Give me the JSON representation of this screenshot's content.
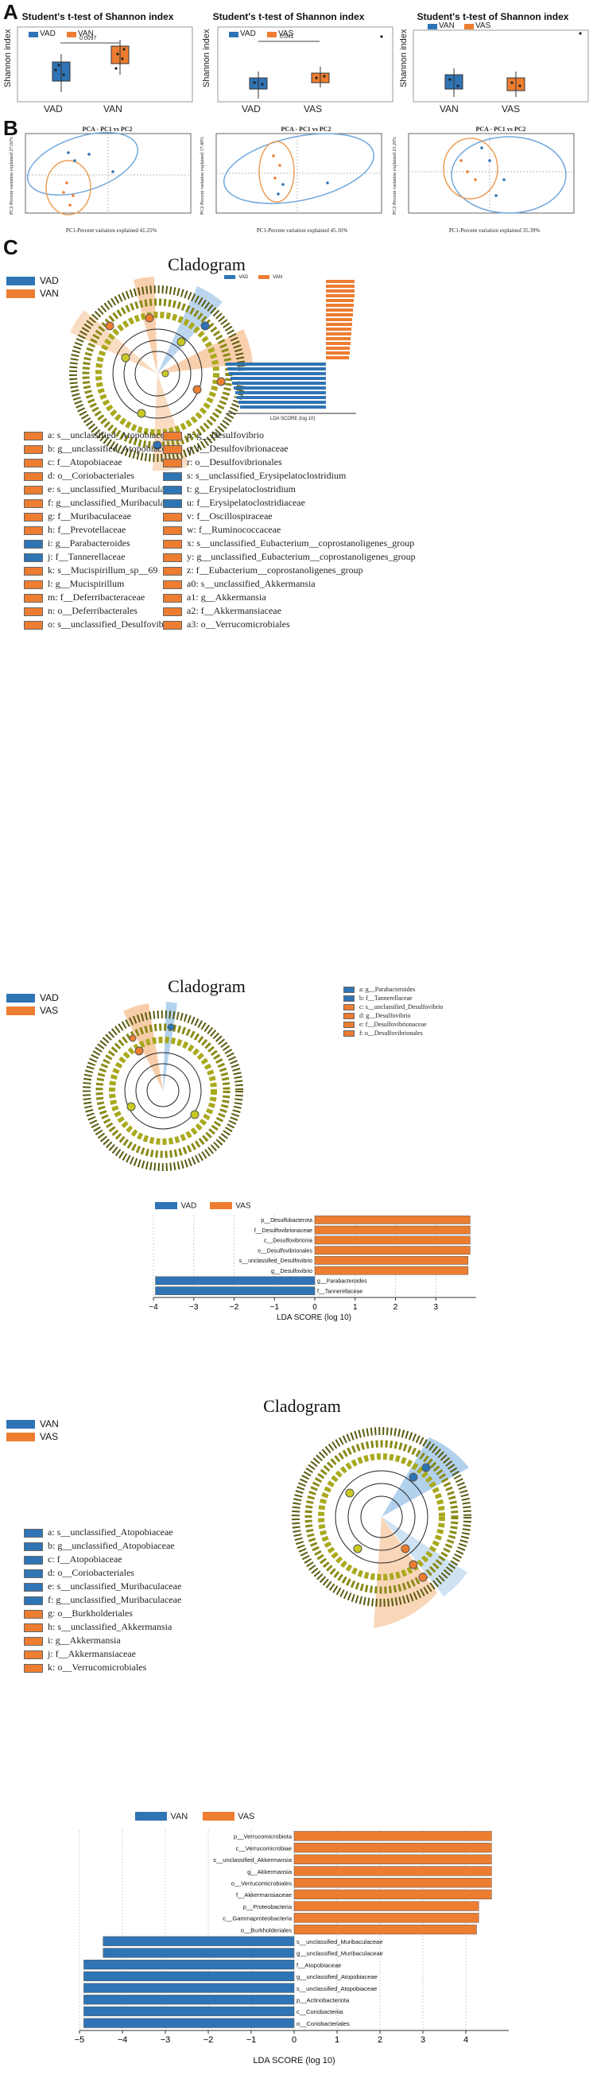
{
  "colors": {
    "VAD": "#2f74b5",
    "VAN": "#ed7d31",
    "VAS": "#ed7d31",
    "node": "#c9c922",
    "vad_shade": "#9fc5e8",
    "orange_shade": "#f6c49a"
  },
  "panels": {
    "A": "A",
    "B": "B",
    "C": "C"
  },
  "panelA": {
    "charts": [
      {
        "title": "Student's t-test of Shannon index",
        "ylabel": "Shannon index",
        "legend": [
          "VAD",
          "VAN"
        ],
        "pvalue": "0.0097",
        "categories": [
          "VAD",
          "VAN"
        ]
      },
      {
        "title": "Student's t-test of Shannon index",
        "ylabel": "Shannon index",
        "legend": [
          "VAD",
          "VAS"
        ],
        "pvalue": "0.041",
        "categories": [
          "VAD",
          "VAS"
        ]
      },
      {
        "title": "Student's t-test of Shannon index",
        "ylabel": "Shannon index",
        "legend": [
          "VAN",
          "VAS"
        ],
        "pvalue": "",
        "categories": [
          "VAN",
          "VAS"
        ]
      }
    ]
  },
  "panelB": {
    "charts": [
      {
        "title": "PCA - PC1 vs PC2",
        "xlabel": "PC1-Percent variation explained 41.25%",
        "ylabel": "PC2-Percent variation explained 27.02%"
      },
      {
        "title": "PCA - PC1 vs PC2",
        "xlabel": "PC1-Percent variation explained 45.16%",
        "ylabel": "PC2-Percent variation explained 17.48%"
      },
      {
        "title": "PCA - PC1 vs PC2",
        "xlabel": "PC1-Percent variation explained 35.39%",
        "ylabel": "PC2-Percent variation explained 23.20%"
      }
    ]
  },
  "clado1": {
    "title": "Cladogram",
    "legend": [
      {
        "label": "VAD",
        "color": "#2f74b5"
      },
      {
        "label": "VAN",
        "color": "#ed7d31"
      }
    ],
    "keys_left": [
      {
        "k": "a: s__unclassified_Atopobiaceae",
        "c": "o"
      },
      {
        "k": "b: g__unclassified_Atopobiaceae",
        "c": "o"
      },
      {
        "k": "c: f__Atopobiaceae",
        "c": "o"
      },
      {
        "k": "d: o__Coriobacteriales",
        "c": "o"
      },
      {
        "k": "e: s__unclassified_Muribaculaceae",
        "c": "o"
      },
      {
        "k": "f: g__unclassified_Muribaculaceae",
        "c": "o"
      },
      {
        "k": "g: f__Muribaculaceae",
        "c": "o"
      },
      {
        "k": "h: f__Prevotellaceae",
        "c": "o"
      },
      {
        "k": "i: g__Parabacteroides",
        "c": "b"
      },
      {
        "k": "j: f__Tannerellaceae",
        "c": "b"
      },
      {
        "k": "k: s__Mucispirillum_sp__69",
        "c": "o"
      },
      {
        "k": "l: g__Mucispirillum",
        "c": "o"
      },
      {
        "k": "m: f__Deferribacteraceae",
        "c": "o"
      },
      {
        "k": "n: o__Deferribacterales",
        "c": "o"
      },
      {
        "k": "o: s__unclassified_Desulfovibrio",
        "c": "o"
      }
    ],
    "keys_right": [
      {
        "k": "p: g__Desulfovibrio",
        "c": "o"
      },
      {
        "k": "q: f__Desulfovibrionaceae",
        "c": "o"
      },
      {
        "k": "r: o__Desulfovibrionales",
        "c": "o"
      },
      {
        "k": "s: s__unclassified_Erysipelatoclostridium",
        "c": "b"
      },
      {
        "k": "t: g__Erysipelatoclostridium",
        "c": "b"
      },
      {
        "k": "u: f__Erysipelatoclostridiaceae",
        "c": "b"
      },
      {
        "k": "v: f__Oscillospiraceae",
        "c": "o"
      },
      {
        "k": "w: f__Ruminococcaceae",
        "c": "o"
      },
      {
        "k": "x: s__unclassified_Eubacterium__coprostanoligenes_group",
        "c": "o"
      },
      {
        "k": "y: g__unclassified_Eubacterium__coprostanoligenes_group",
        "c": "o"
      },
      {
        "k": "z: f__Eubacterium__coprostanoligenes_group",
        "c": "o"
      },
      {
        "k": "a0: s__unclassified_Akkermansia",
        "c": "o"
      },
      {
        "k": "a1: g__Akkermansia",
        "c": "o"
      },
      {
        "k": "a2: f__Akkermansiaceae",
        "c": "o"
      },
      {
        "k": "a3: o__Verrucomicrobiales",
        "c": "o"
      }
    ]
  },
  "clado2": {
    "title": "Cladogram",
    "legend": [
      {
        "label": "VAD",
        "color": "#2f74b5"
      },
      {
        "label": "VAS",
        "color": "#ed7d31"
      }
    ],
    "keys": [
      {
        "k": "a: g__Parabacteroides",
        "c": "b"
      },
      {
        "k": "b: f__Tannerellaceae",
        "c": "b"
      },
      {
        "k": "c: s__unclassified_Desulfovibrio",
        "c": "o"
      },
      {
        "k": "d: g__Desulfovibrio",
        "c": "o"
      },
      {
        "k": "e: f__Desulfovibrionaceae",
        "c": "o"
      },
      {
        "k": "f: o__Desulfovibrionales",
        "c": "o"
      }
    ]
  },
  "clado3": {
    "title": "Cladogram",
    "legend": [
      {
        "label": "VAN",
        "color": "#2f74b5"
      },
      {
        "label": "VAS",
        "color": "#ed7d31"
      }
    ],
    "keys": [
      {
        "k": "a: s__unclassified_Atopobiaceae",
        "c": "b"
      },
      {
        "k": "b: g__unclassified_Atopobiaceae",
        "c": "b"
      },
      {
        "k": "c: f__Atopobiaceae",
        "c": "b"
      },
      {
        "k": "d: o__Coriobacteriales",
        "c": "b"
      },
      {
        "k": "e: s__unclassified_Muribaculaceae",
        "c": "b"
      },
      {
        "k": "f: g__unclassified_Muribaculaceae",
        "c": "b"
      },
      {
        "k": "g: o__Burkholderiales",
        "c": "o"
      },
      {
        "k": "h: s__unclassified_Akkermansia",
        "c": "o"
      },
      {
        "k": "i: g__Akkermansia",
        "c": "o"
      },
      {
        "k": "j: f__Akkermansiaceae",
        "c": "o"
      },
      {
        "k": "k: o__Verrucomicrobiales",
        "c": "o"
      }
    ]
  },
  "chart_data": [
    {
      "type": "bar",
      "orientation": "horizontal",
      "id": "lda2",
      "legend": [
        "VAD",
        "VAS"
      ],
      "xlabel": "LDA SCORE (log 10)",
      "xlim": [
        -4,
        4
      ],
      "xticks": [
        -4,
        -3,
        -2,
        -1,
        0,
        1,
        2,
        3
      ],
      "bars": [
        {
          "label": "p__Desulfobacterota",
          "value": 3.85,
          "group": "VAS"
        },
        {
          "label": "f__Desulfovibrionaceae",
          "value": 3.85,
          "group": "VAS"
        },
        {
          "label": "c__Desulfovibrionia",
          "value": 3.85,
          "group": "VAS"
        },
        {
          "label": "o__Desulfovibrionales",
          "value": 3.85,
          "group": "VAS"
        },
        {
          "label": "s__unclassified_Desulfovibrio",
          "value": 3.8,
          "group": "VAS"
        },
        {
          "label": "g__Desulfovibrio",
          "value": 3.8,
          "group": "VAS"
        },
        {
          "label": "g__Parabacteroides",
          "value": -3.95,
          "group": "VAD"
        },
        {
          "label": "f__Tannerellaceae",
          "value": -3.95,
          "group": "VAD"
        }
      ]
    },
    {
      "type": "bar",
      "orientation": "horizontal",
      "id": "lda3",
      "legend": [
        "VAN",
        "VAS"
      ],
      "xlabel": "LDA SCORE (log 10)",
      "xlim": [
        -5,
        5
      ],
      "xticks": [
        -5,
        -4,
        -3,
        -2,
        -1,
        0,
        1,
        2,
        3,
        4
      ],
      "bars": [
        {
          "label": "p__Verrucomicrobiota",
          "value": 4.6,
          "group": "VAS"
        },
        {
          "label": "c__Verrucomicrobiae",
          "value": 4.6,
          "group": "VAS"
        },
        {
          "label": "s__unclassified_Akkermansia",
          "value": 4.6,
          "group": "VAS"
        },
        {
          "label": "g__Akkermansia",
          "value": 4.6,
          "group": "VAS"
        },
        {
          "label": "o__Verrucomicrobiales",
          "value": 4.6,
          "group": "VAS"
        },
        {
          "label": "f__Akkermansiaceae",
          "value": 4.6,
          "group": "VAS"
        },
        {
          "label": "p__Proteobacteria",
          "value": 4.3,
          "group": "VAS"
        },
        {
          "label": "c__Gammaproteobacteria",
          "value": 4.3,
          "group": "VAS"
        },
        {
          "label": "o__Burkholderiales",
          "value": 4.25,
          "group": "VAS"
        },
        {
          "label": "s__unclassified_Muribaculaceae",
          "value": -4.45,
          "group": "VAN"
        },
        {
          "label": "g__unclassified_Muribaculaceae",
          "value": -4.45,
          "group": "VAN"
        },
        {
          "label": "f__Atopobiaceae",
          "value": -4.9,
          "group": "VAN"
        },
        {
          "label": "g__unclassified_Atopobiaceae",
          "value": -4.9,
          "group": "VAN"
        },
        {
          "label": "s__unclassified_Atopobiaceae",
          "value": -4.9,
          "group": "VAN"
        },
        {
          "label": "p__Actinobacteriota",
          "value": -4.9,
          "group": "VAN"
        },
        {
          "label": "c__Coriobacteriia",
          "value": -4.9,
          "group": "VAN"
        },
        {
          "label": "o__Coriobacteriales",
          "value": -4.9,
          "group": "VAN"
        }
      ]
    }
  ]
}
